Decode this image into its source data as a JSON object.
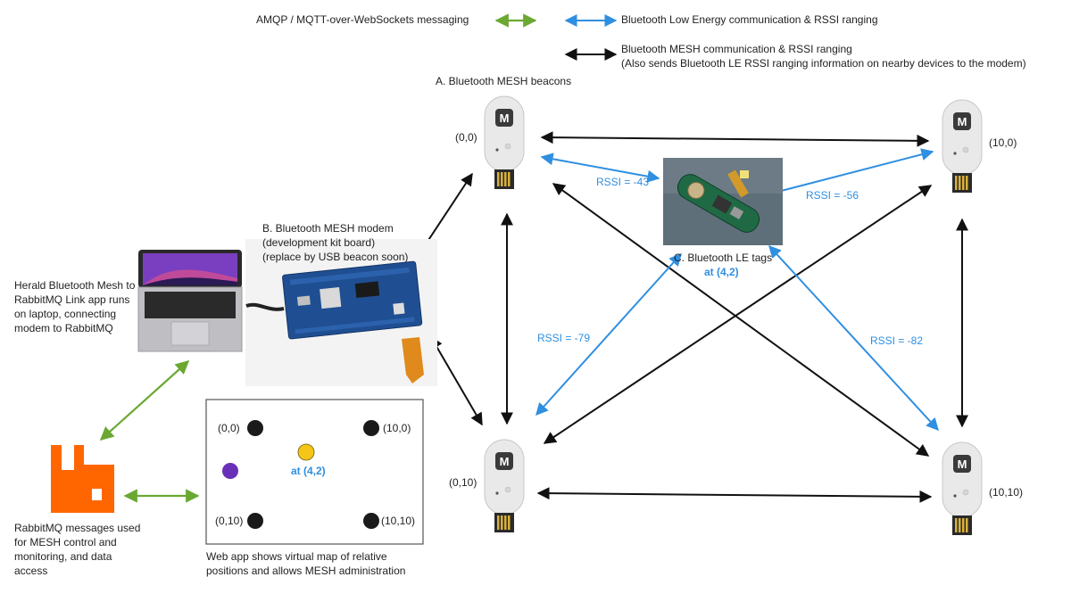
{
  "legend": {
    "amqp": "AMQP / MQTT-over-WebSockets messaging",
    "ble": "Bluetooth Low Energy communication & RSSI ranging",
    "mesh_line1": "Bluetooth MESH communication & RSSI ranging",
    "mesh_line2": "(Also sends Bluetooth LE RSSI ranging information on nearby devices to the modem)"
  },
  "beacons": {
    "title": "A. Bluetooth MESH beacons",
    "tl": "(0,0)",
    "tr": "(10,0)",
    "bl": "(0,10)",
    "br": "(10,10)"
  },
  "modem": {
    "line1": "B. Bluetooth MESH modem",
    "line2": "(development kit board)",
    "line3": "(replace by USB beacon soon)"
  },
  "tags": {
    "title": "C. Bluetooth LE tags",
    "position": "at (4,2)"
  },
  "rssi": {
    "tl": "RSSI = -43",
    "tr": "RSSI = -56",
    "bl": "RSSI = -79",
    "br": "RSSI = -82"
  },
  "laptop": {
    "line1": "Herald Bluetooth Mesh to",
    "line2": "RabbitMQ Link app runs",
    "line3": "on laptop, connecting",
    "line4": "modem to RabbitMQ"
  },
  "rabbitmq": {
    "line1": "RabbitMQ messages used",
    "line2": "for MESH control and",
    "line3": "monitoring, and data",
    "line4": "access"
  },
  "webapp": {
    "caption1": "Web app shows virtual map of relative",
    "caption2": "positions and allows MESH administration",
    "p00": "(0,0)",
    "p100": "(10,0)",
    "p010": "(0,10)",
    "p1010": "(10,10)",
    "tag_pos": "at (4,2)"
  },
  "colors": {
    "green": "#6aa832",
    "blue": "#2f8fe0",
    "black": "#111111",
    "rabbit": "#ff6600",
    "tag_dot": "#f5c518",
    "purple_dot": "#6a2fb8"
  }
}
